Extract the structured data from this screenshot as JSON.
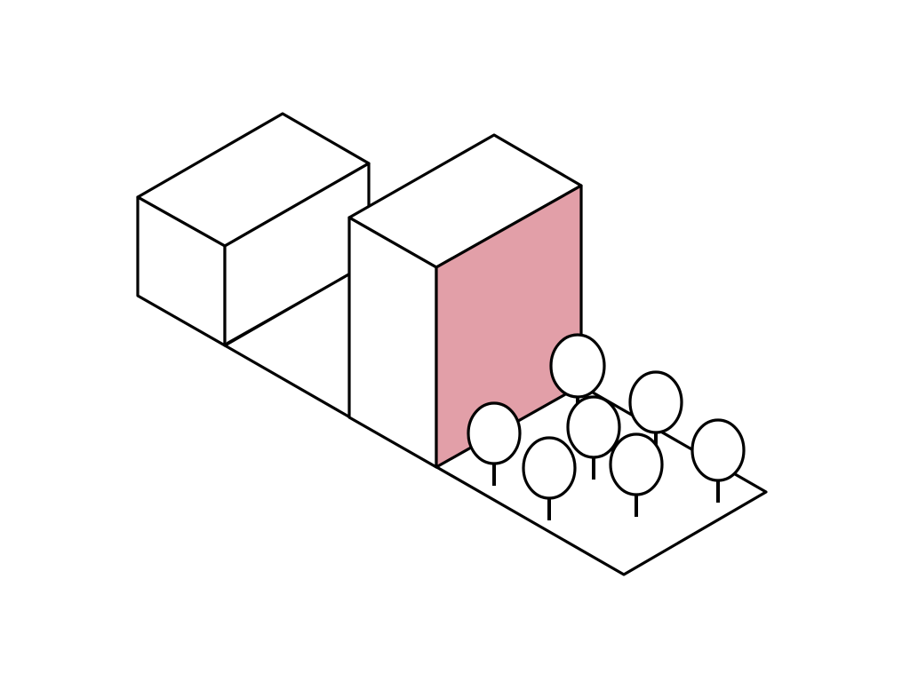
{
  "diagram": {
    "subject": "isometric-massing-diagram",
    "colors": {
      "background": "#ffffff",
      "outline": "#000000",
      "face_fill": "#ffffff",
      "highlight_face": "#e29fa8",
      "tree_canopy": "#ffffff",
      "tree_trunk": "#000000"
    },
    "blocks": [
      {
        "name": "low-block",
        "highlighted_face": "none"
      },
      {
        "name": "tall-block",
        "highlighted_face": "right"
      }
    ],
    "tree_count": 7,
    "icons": [
      "tree-icon"
    ]
  }
}
